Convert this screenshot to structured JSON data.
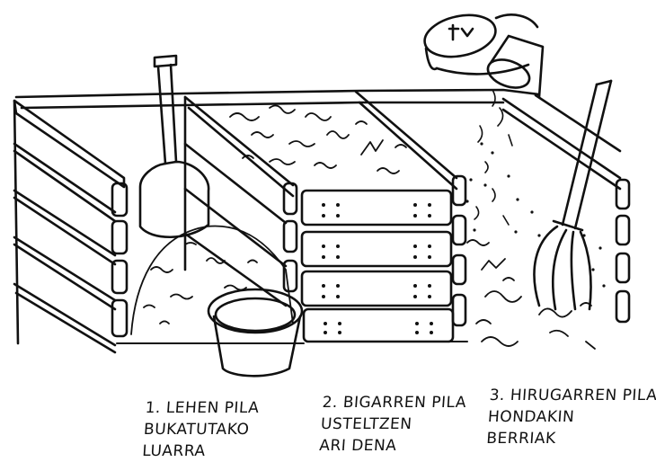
{
  "piles": [
    {
      "line1": "1. LEHEN PILA",
      "line2": "BUKATUTAKO",
      "line3": "LUARRA"
    },
    {
      "line1": "2. BIGARREN PILA",
      "line2": "USTELTZEN",
      "line3": "ARI DENA"
    },
    {
      "line1": "3. HIRUGARREN PILA",
      "line2": "HONDAKIN",
      "line3": "BERRIAK"
    }
  ]
}
